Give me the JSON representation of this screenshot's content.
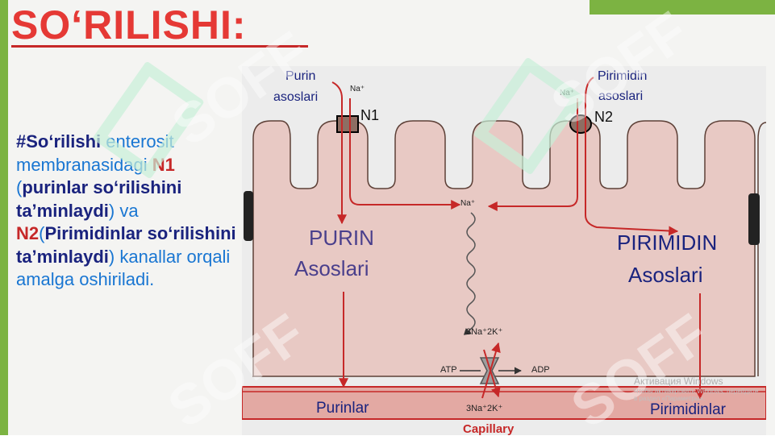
{
  "slide": {
    "title": "SO‘RILISHI:",
    "desc": {
      "p1": "#So‘rilishi",
      "p2": " enterosit membranasidagi ",
      "p3": "N1",
      "p4": " (",
      "p5": "purinlar so‘rilishini ta’minlaydi",
      "p6": ") va ",
      "p7": "N2",
      "p8": "(",
      "p9": "Pirimidinlar so‘rilishini ta’minlaydi",
      "p10": ") kanallar orqali amalga oshiriladi."
    }
  },
  "diagram": {
    "purin_top_1": "Purin",
    "purin_top_2": "asoslari",
    "pirimidin_top_1": "Pirimidin",
    "pirimidin_top_2": "asoslari",
    "na_plus_1": "Na⁺",
    "na_plus_2": "Na⁺",
    "na_plus_mid": "Na⁺",
    "n1": "N1",
    "n2": "N2",
    "purin_big_1": "PURIN",
    "purin_big_2": "Asoslari",
    "pirimidin_big_1": "PIRIMIDIN",
    "pirimidin_big_2": "Asoslari",
    "pump_top": "3Na⁺2K⁺",
    "pump_bottom": "3Na⁺2K⁺",
    "atp": "ATP",
    "adp": "ADP",
    "purinlar": "Purinlar",
    "pirimidinlar": "Pirimidinlar",
    "capillary": "Capillary"
  },
  "overlay": {
    "watermark": "SOFF",
    "activation_1": "Активация Windows",
    "activation_2": "Чтобы активировать Windows, перейдите в раздел «Параметры»."
  },
  "colors": {
    "title_red": "#e53935",
    "text_blue": "#1976d2",
    "text_dark": "#1a237e",
    "arrow_red": "#c62828",
    "cell_fill": "#e8c9c4",
    "capillary_fill": "#e3a9a3",
    "accent_green": "#7cb342"
  }
}
